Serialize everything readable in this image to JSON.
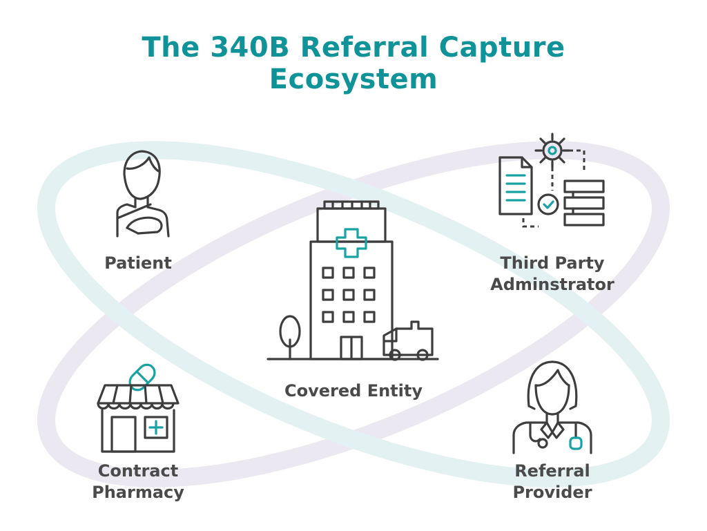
{
  "title": {
    "line1": "The 340B Referral Capture",
    "line2": "Ecosystem"
  },
  "nodes": {
    "patient": {
      "label": "Patient",
      "icon": "patient-arm-sling-icon"
    },
    "covered_entity": {
      "label": "Covered Entity",
      "icon": "hospital-building-icon"
    },
    "tpa": {
      "label_line1": "Third Party",
      "label_line2": "Adminstrator",
      "icon": "gear-document-workflow-icon"
    },
    "pharmacy": {
      "label_line1": "Contract",
      "label_line2": "Pharmacy",
      "icon": "pharmacy-store-icon"
    },
    "provider": {
      "label_line1": "Referral",
      "label_line2": "Provider",
      "icon": "doctor-stethoscope-icon"
    }
  },
  "colors": {
    "title": "#0f9398",
    "accent": "#19a2a4",
    "label": "#4a4a4a",
    "ellipse_teal": "#e4f1f2",
    "ellipse_purple": "#ebe8f2"
  }
}
